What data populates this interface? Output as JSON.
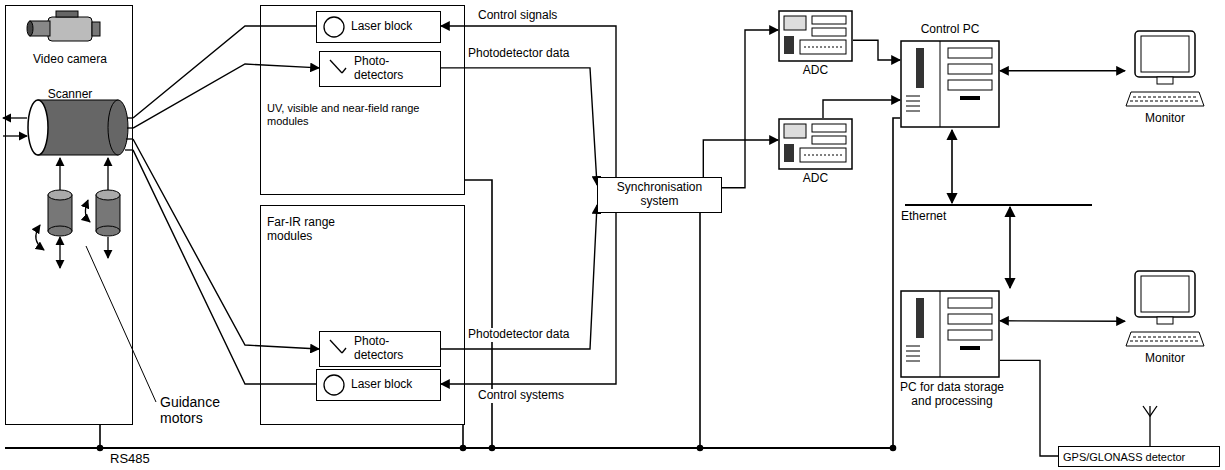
{
  "diagram": {
    "nodes": [
      {
        "text": [
          "Video camera",
          "Scanner"
        ]
      },
      {
        "text": [
          "UV, visible and near-field range modules"
        ]
      },
      {
        "text": [
          "Laser block"
        ],
        "in": 1
      },
      {
        "text": [
          "Photo- detectors"
        ],
        "in": 1
      },
      {
        "text": [
          "Far-IR range modules"
        ]
      },
      {
        "text": [
          "Photo- detectors"
        ],
        "in": 4
      },
      {
        "text": [
          "Laser block"
        ],
        "in": 4
      },
      {
        "text": [
          "Synchronisation system"
        ]
      },
      {
        "text": [
          "ADC"
        ]
      },
      {
        "text": [
          "ADC"
        ]
      },
      {
        "text": [
          "Control PC"
        ]
      },
      {
        "text": [
          "Monitor"
        ]
      },
      {
        "text": [
          "PC for data storage and processing"
        ]
      },
      {
        "text": [
          "Monitor"
        ]
      },
      {
        "text": [
          "GPS/GLONASS detector"
        ]
      }
    ],
    "edges": [
      {
        "from": 0,
        "to": 2,
        "arrow": "none"
      },
      {
        "from": 0,
        "to": 3,
        "arrow": "to"
      },
      {
        "from": 0,
        "to": 5,
        "arrow": "to"
      },
      {
        "from": 0,
        "to": 6,
        "arrow": "none"
      },
      {
        "from": 7,
        "to": 2,
        "arrow": "to",
        "label": "Control signals"
      },
      {
        "from": 3,
        "to": 7,
        "arrow": "to",
        "label": "Photodetector data"
      },
      {
        "from": 5,
        "to": 7,
        "arrow": "to",
        "label": "Photodetector data"
      },
      {
        "from": 7,
        "to": 6,
        "arrow": "to",
        "label": "Control systems"
      },
      {
        "from": 7,
        "to": 8,
        "arrow": "to"
      },
      {
        "from": 7,
        "to": 9,
        "arrow": "to"
      },
      {
        "from": 8,
        "to": 10,
        "arrow": "to"
      },
      {
        "from": 9,
        "to": 10,
        "arrow": "to"
      },
      {
        "from": 10,
        "to": 11,
        "arrow": "both"
      },
      {
        "from": 12,
        "to": 13,
        "arrow": "both"
      },
      {
        "from": 12,
        "to": 14,
        "arrow": "none"
      }
    ],
    "labels": [
      "Guidance motors",
      "Ethernet",
      "RS485"
    ]
  }
}
